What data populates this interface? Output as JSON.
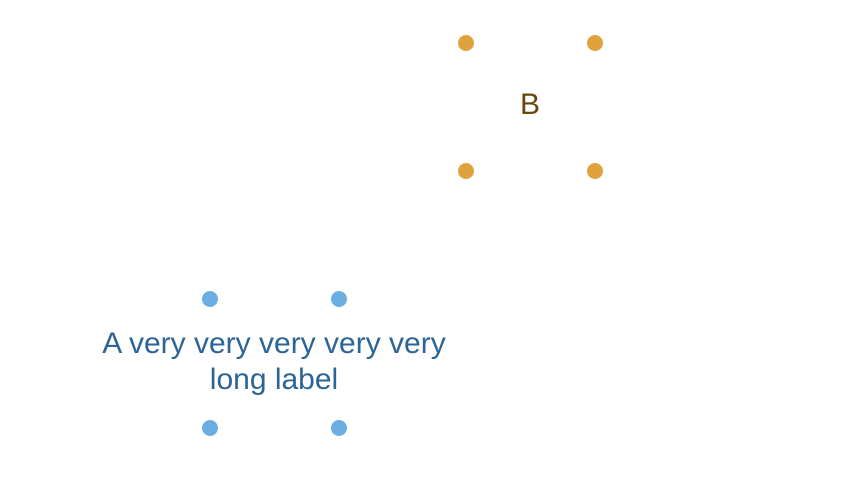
{
  "nodes": [
    {
      "id": "a",
      "label_lines": [
        "A very very very very very",
        "long label"
      ],
      "dot_color": "#6aaee3",
      "text_color": "#2b6496"
    },
    {
      "id": "b",
      "label_lines": [
        "B"
      ],
      "dot_color": "#e0a23c",
      "text_color": "#6b4510"
    }
  ]
}
